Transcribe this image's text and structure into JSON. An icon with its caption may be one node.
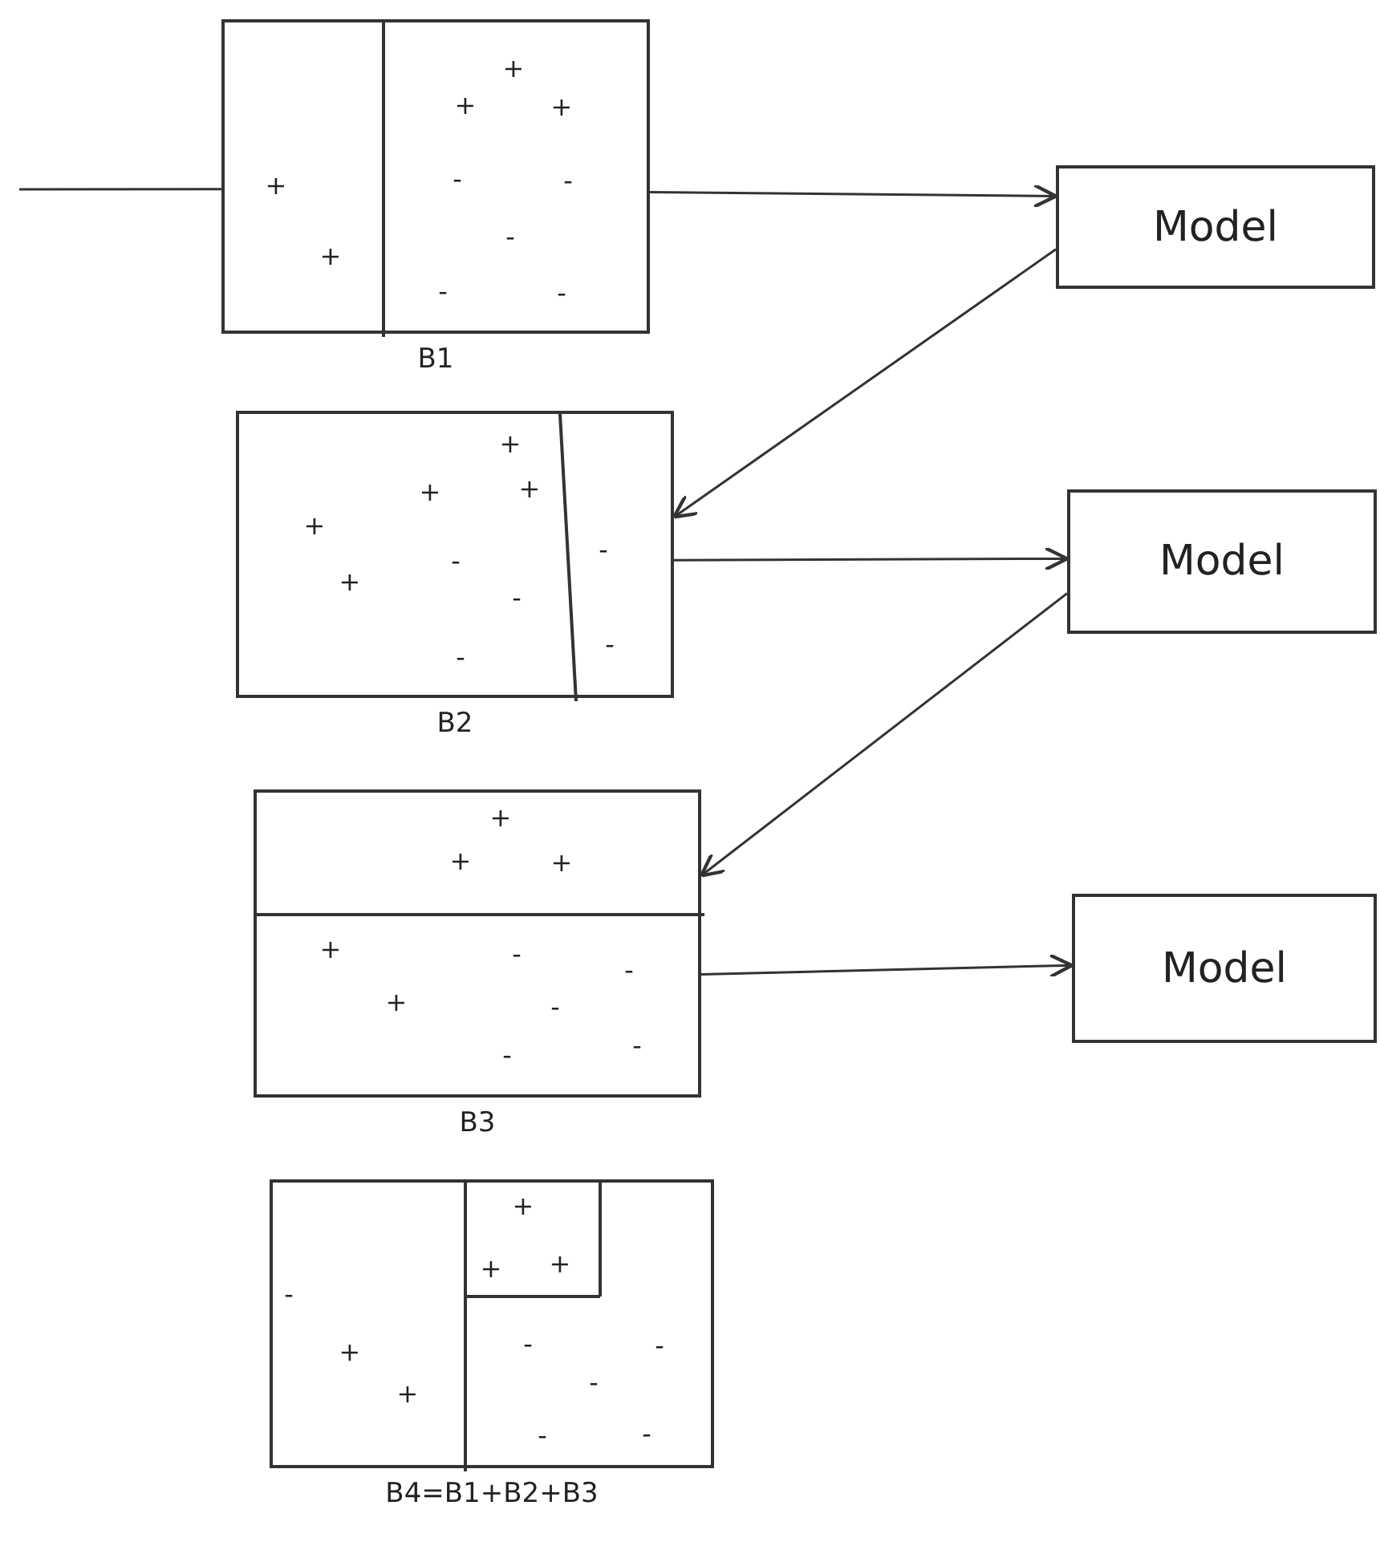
{
  "diagram": {
    "nodes": [
      {
        "text": [],
        "shape": "box",
        "beside": [
          "B1"
        ]
      },
      {
        "text": [
          "Model"
        ]
      },
      {
        "text": [],
        "shape": "box",
        "beside": [
          "B2"
        ]
      },
      {
        "text": [
          "Model"
        ]
      },
      {
        "text": [],
        "shape": "box",
        "beside": [
          "B3"
        ]
      },
      {
        "text": [
          "Model"
        ]
      },
      {
        "text": [],
        "shape": "box",
        "beside": [
          "B4=B1+B2+B3"
        ]
      }
    ],
    "edges": [
      {
        "from": null,
        "to": 0,
        "arrow": "none"
      },
      {
        "from": 0,
        "to": 1,
        "arrow": "to"
      },
      {
        "from": 1,
        "to": 2,
        "arrow": "to"
      },
      {
        "from": 2,
        "to": 3,
        "arrow": "to"
      },
      {
        "from": 3,
        "to": 4,
        "arrow": "to"
      },
      {
        "from": 4,
        "to": 5,
        "arrow": "to"
      }
    ],
    "labels": [
      "+",
      "+",
      "+",
      "+",
      "-",
      "-",
      "-",
      "+",
      "-",
      "-",
      "+",
      "+",
      "+",
      "+",
      "-",
      "-",
      "+",
      "-",
      "-",
      "-",
      "+",
      "+",
      "+",
      "+",
      "-",
      "-",
      "+",
      "-",
      "-",
      "-",
      "+",
      "-",
      "+",
      "+",
      "+",
      "-",
      "-",
      "-",
      "+",
      "-",
      "-"
    ]
  }
}
